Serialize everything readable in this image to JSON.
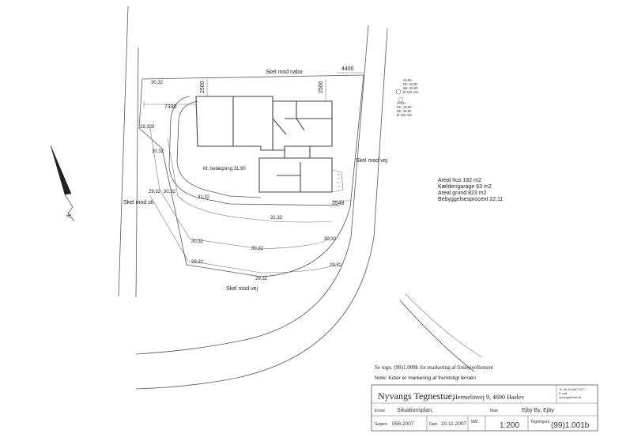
{
  "plan": {
    "boundary_labels": {
      "north": "Skel mod nabo",
      "east": "Skel mod vej",
      "west": "Skel mod sti",
      "south": "Skel mod vej"
    },
    "dims": {
      "top_right": "4400",
      "left_offset": "7330",
      "setback_left": "2500",
      "setback_right": "2500",
      "bottom_right": "3548"
    },
    "levels": {
      "l1": "30,32",
      "l2": "29,328",
      "l3": "30,32",
      "l4": "29,32",
      "l5": "30,32",
      "l6": "31,32",
      "l7": "31,32",
      "l8": "30,32",
      "l9": "30,32",
      "l10": "30,32",
      "l11": "29,32",
      "l12": "29,32",
      "l13": "29,32"
    },
    "floor_level": "Kt. belægning 31,90",
    "wells": [
      [
        "SAFLI",
        "DK: 30,81",
        "BK: 28,60",
        "Ø 425 mm"
      ],
      [
        "SAFLI",
        "DK: 30,80",
        "BK: 28,80",
        "Ø 425 mm"
      ]
    ],
    "north_arrow": "N"
  },
  "areas": {
    "hus": "Areal hus 182 m2",
    "kaelder": "Kælder/garage 63 m2",
    "grund": "Areal grund 823 m2",
    "procent": "Bebyggelsesprocent 22,11"
  },
  "notes": {
    "note1": "Se tegn. (99)1.008b for markering af linienivellement",
    "note2": "Note: Koter er markering af fremtidigt terræn"
  },
  "titleblock": {
    "company": "Nyvangs Tegnestue,",
    "address": "Hermelinvej 9, 4690 Haslev",
    "contact": [
      "Tlf. 56 45 4667 2077",
      "E-mail:",
      "nyvangs@mail.dk"
    ],
    "emne_label": "Emne",
    "emne_value": "Situationsplan,",
    "matr_label": "Matr.",
    "matr_value": "Ejby By, Ejby",
    "sagsnr_label": "Sagsnr.",
    "sagsnr_value": "056-2007",
    "dato_label": "Dato",
    "dato_value": "20.11.2007",
    "maal_label": "Mål",
    "maal_value": "1:200",
    "tegningsnr_label": "Tegningsnr.",
    "tegningsnr_value": "(99)1.001b"
  }
}
